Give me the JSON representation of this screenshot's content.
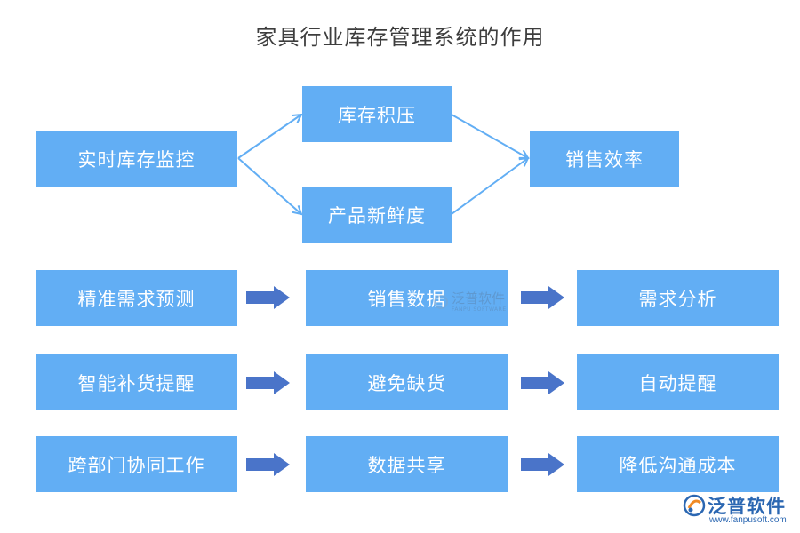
{
  "title": "家具行业库存管理系统的作用",
  "top": {
    "monitor": "实时库存监控",
    "overstock": "库存积压",
    "freshness": "产品新鲜度",
    "efficiency": "销售效率"
  },
  "rows": [
    {
      "a": "精准需求预测",
      "b": "销售数据",
      "c": "需求分析"
    },
    {
      "a": "智能补货提醒",
      "b": "避免缺货",
      "c": "自动提醒"
    },
    {
      "a": "跨部门协同工作",
      "b": "数据共享",
      "c": "降低沟通成本"
    }
  ],
  "watermark": {
    "name": "泛普软件",
    "sub": "FANPU SOFTWARE"
  },
  "logo": {
    "name": "泛普软件",
    "url": "www.fanpusoft.com"
  },
  "colors": {
    "box": "#62aef4",
    "line_arrow": "#62aef4",
    "block_arrow": "#4a74c9"
  }
}
